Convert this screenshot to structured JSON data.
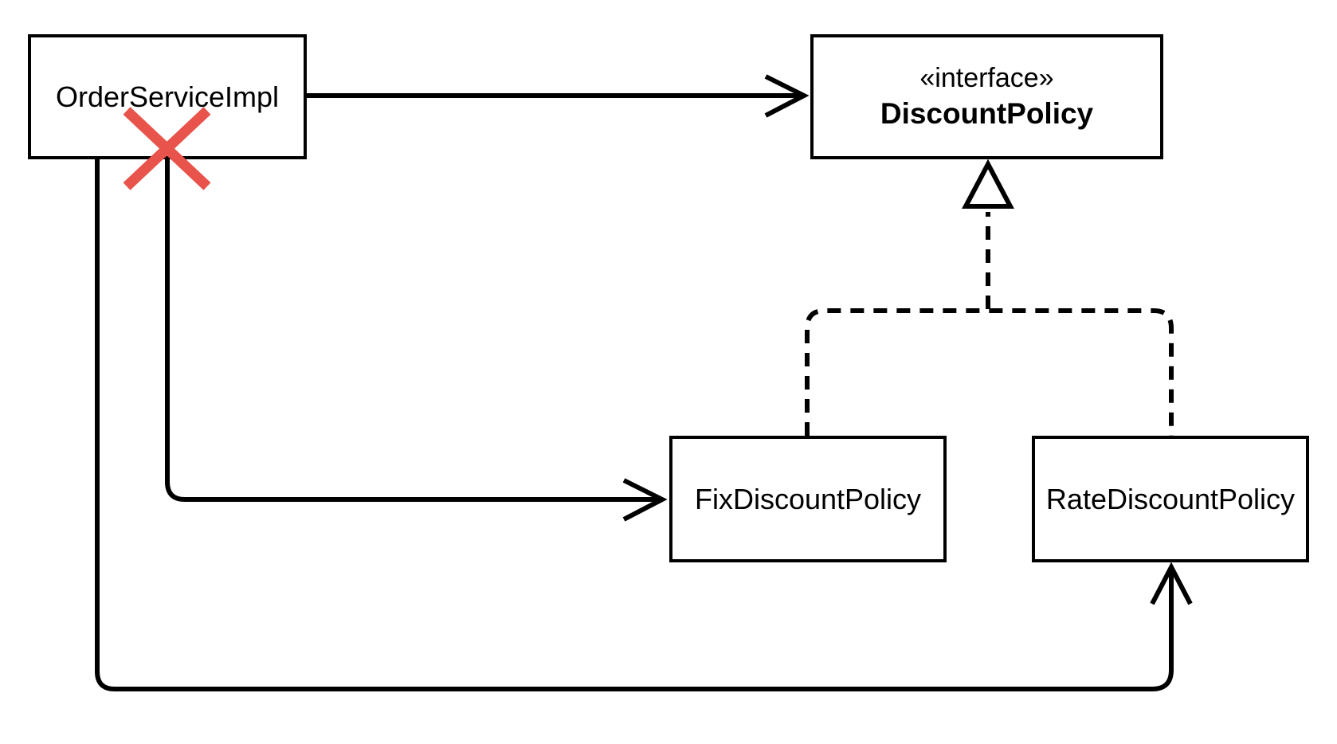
{
  "diagram": {
    "type": "uml-class-diagram",
    "background_color": "#ffffff",
    "nodes": {
      "order": {
        "label": "OrderServiceImpl"
      },
      "interface": {
        "stereotype": "«interface»",
        "label": "DiscountPolicy"
      },
      "fix": {
        "label": "FixDiscountPolicy"
      },
      "rate": {
        "label": "RateDiscountPolicy"
      }
    },
    "edges": [
      {
        "from": "OrderServiceImpl",
        "to": "DiscountPolicy",
        "style": "solid",
        "head": "open-arrow",
        "crossed_out": false
      },
      {
        "from": "OrderServiceImpl",
        "to": "FixDiscountPolicy",
        "style": "solid",
        "head": "open-arrow",
        "crossed_out": true
      },
      {
        "from": "OrderServiceImpl",
        "to": "RateDiscountPolicy",
        "style": "solid",
        "head": "open-arrow",
        "crossed_out": true
      },
      {
        "from": "FixDiscountPolicy",
        "to": "DiscountPolicy",
        "style": "dashed",
        "head": "hollow-triangle",
        "crossed_out": false
      },
      {
        "from": "RateDiscountPolicy",
        "to": "DiscountPolicy",
        "style": "dashed",
        "head": "hollow-triangle",
        "crossed_out": false
      }
    ],
    "annotations": [
      {
        "name": "red-cross",
        "meaning": "dependency removed / forbidden",
        "color": "#e8544b"
      }
    ]
  },
  "colors": {
    "line": "#000000",
    "cross": "#e8544b",
    "bg": "#ffffff",
    "node-bg": "#ffffff"
  }
}
